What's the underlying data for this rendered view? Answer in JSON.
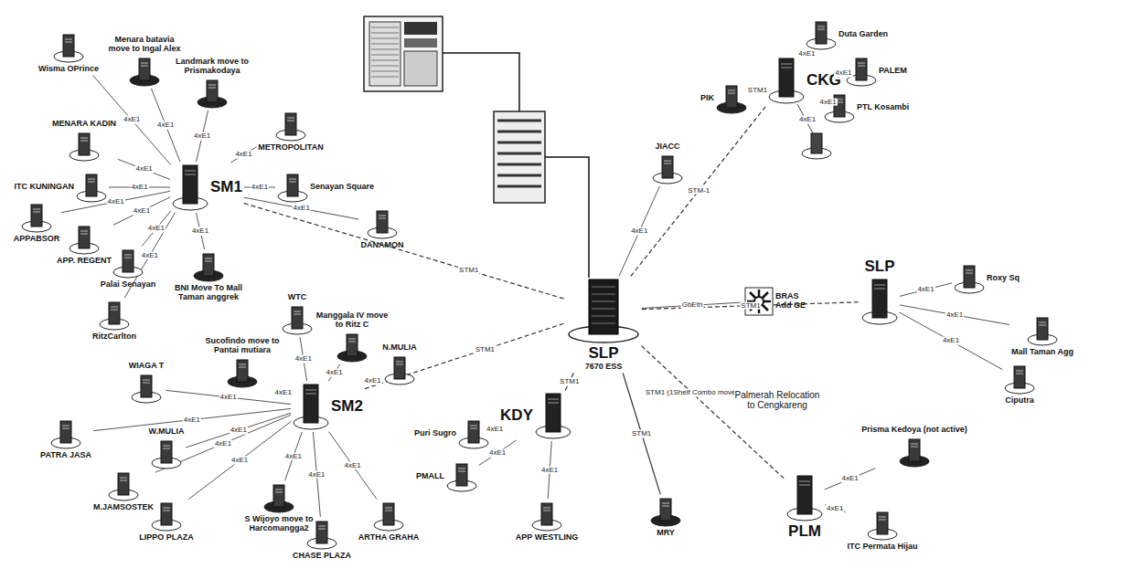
{
  "diagram": {
    "nodes": [
      {
        "text": [
          "Wisma OPrince"
        ]
      },
      {
        "text": [
          "Menara batavia move to Ingal Alex"
        ]
      },
      {
        "text": [
          "Landmark move to Prismakodaya"
        ]
      },
      {
        "text": [
          "METROPOLITAN"
        ]
      },
      {
        "text": [
          "MENARA KADIN"
        ]
      },
      {
        "text": [
          "ITC KUNINGAN"
        ]
      },
      {
        "text": [
          "Senayan Square"
        ]
      },
      {
        "text": [
          "APPABSOR"
        ]
      },
      {
        "text": [
          "APP. REGENT"
        ]
      },
      {
        "text": [
          "SM1"
        ]
      },
      {
        "text": [
          "DANAMON"
        ]
      },
      {
        "text": [
          "Palai Senayan"
        ]
      },
      {
        "text": [
          "BNI Move To Mall Taman anggrek"
        ]
      },
      {
        "text": [
          "RitzCarlton"
        ]
      },
      {
        "text": [
          "PIK"
        ]
      },
      {
        "text": [
          "CKG"
        ]
      },
      {
        "text": [
          "Duta Garden"
        ]
      },
      {
        "text": [
          "PALEM"
        ]
      },
      {
        "text": [
          "PTL Kosambi"
        ]
      },
      {
        "text": [
          "JIACC"
        ]
      },
      {
        "text": [
          "WTC"
        ]
      },
      {
        "text": [
          "Manggala IV move to Ritz C"
        ]
      },
      {
        "text": [
          "Sucofindo move to Pantai mutiara"
        ]
      },
      {
        "text": [
          "N.MULIA"
        ]
      },
      {
        "text": [
          "SLP",
          "7670 ESS"
        ]
      },
      {
        "text": [
          "BRAS",
          "Add GE"
        ]
      },
      {
        "text": [
          "SLP"
        ]
      },
      {
        "text": [
          "Roxy Sq"
        ]
      },
      {
        "text": [
          "Mall Taman Agg"
        ]
      },
      {
        "text": [
          "Ciputra"
        ]
      },
      {
        "text": [
          "WIAGA T"
        ]
      },
      {
        "text": [
          "SM2"
        ]
      },
      {
        "text": [
          "PATRA JASA"
        ]
      },
      {
        "text": [
          "W.MULIA"
        ]
      },
      {
        "text": [
          "KDY"
        ]
      },
      {
        "text": [
          "Puri Sugro"
        ]
      },
      {
        "text": [
          "PMALL"
        ]
      },
      {
        "text": [
          "M.JAMSOSTEK"
        ]
      },
      {
        "text": [
          "LIPPO PLAZA"
        ]
      },
      {
        "text": [
          "S Wijoyo move to Harcomangga2"
        ]
      },
      {
        "text": [
          "CHASE PLAZA"
        ]
      },
      {
        "text": [
          "ARTHA GRAHA"
        ]
      },
      {
        "text": [
          "APP WESTLING"
        ]
      },
      {
        "text": [
          "MRY"
        ]
      },
      {
        "text": [
          "Prisma Kedoya (not active)"
        ]
      },
      {
        "text": [
          "PLM"
        ]
      },
      {
        "text": [
          "ITC Permata Hijau"
        ]
      }
    ],
    "edges": [
      {
        "from": 9,
        "to": 0,
        "label": "4xE1",
        "arrow": "none"
      },
      {
        "from": 9,
        "to": 1,
        "label": "4xE1",
        "arrow": "none"
      },
      {
        "from": 9,
        "to": 2,
        "label": "4xE1",
        "arrow": "none"
      },
      {
        "from": 9,
        "to": 3,
        "label": "4xE1",
        "arrow": "none"
      },
      {
        "from": 9,
        "to": 4,
        "label": "4xE1",
        "arrow": "none"
      },
      {
        "from": 9,
        "to": 5,
        "label": "4xE1",
        "arrow": "none"
      },
      {
        "from": 9,
        "to": 6,
        "label": "4xE1",
        "arrow": "none"
      },
      {
        "from": 9,
        "to": 7,
        "label": "4xE1",
        "arrow": "none"
      },
      {
        "from": 9,
        "to": 8,
        "label": "4xE1",
        "arrow": "none"
      },
      {
        "from": 9,
        "to": 10,
        "label": "4xE1",
        "arrow": "none"
      },
      {
        "from": 9,
        "to": 11,
        "label": "4xE1",
        "arrow": "none"
      },
      {
        "from": 9,
        "to": 12,
        "label": "4xE1",
        "arrow": "none"
      },
      {
        "from": 9,
        "to": 13,
        "label": "4xE1",
        "arrow": "none"
      },
      {
        "from": 9,
        "to": 24,
        "label": "STM1",
        "arrow": "none"
      },
      {
        "from": 24,
        "to": 15,
        "label": "STM-1",
        "arrow": "none"
      },
      {
        "from": 15,
        "to": 14,
        "label": "STM1",
        "arrow": "none"
      },
      {
        "from": 15,
        "to": 16,
        "label": "4xE1",
        "arrow": "none"
      },
      {
        "from": 15,
        "to": 17,
        "label": "4xE1",
        "arrow": "none"
      },
      {
        "from": 15,
        "to": 18,
        "label": "4xE1",
        "arrow": "none"
      },
      {
        "from": 24,
        "to": 19,
        "label": "4xE1",
        "arrow": "none"
      },
      {
        "from": 31,
        "to": 20,
        "label": "4xE1",
        "arrow": "none"
      },
      {
        "from": 31,
        "to": 21,
        "label": "4xE1",
        "arrow": "none"
      },
      {
        "from": 31,
        "to": 22,
        "label": "4xE1",
        "arrow": "none"
      },
      {
        "from": 31,
        "to": 23,
        "label": "4xE1",
        "arrow": "none"
      },
      {
        "from": 31,
        "to": 30,
        "label": "4xE1",
        "arrow": "none"
      },
      {
        "from": 31,
        "to": 32,
        "label": "4xE1",
        "arrow": "none"
      },
      {
        "from": 31,
        "to": 33,
        "label": "4xE1",
        "arrow": "none"
      },
      {
        "from": 31,
        "to": 37,
        "label": "4xE1",
        "arrow": "none"
      },
      {
        "from": 31,
        "to": 38,
        "label": "4xE1",
        "arrow": "none"
      },
      {
        "from": 31,
        "to": 39,
        "label": "4xE1",
        "arrow": "none"
      },
      {
        "from": 31,
        "to": 40,
        "label": "4xE1",
        "arrow": "none"
      },
      {
        "from": 31,
        "to": 41,
        "label": "4xE1",
        "arrow": "none"
      },
      {
        "from": 31,
        "to": 24,
        "label": "STM1",
        "arrow": "none"
      },
      {
        "from": 24,
        "to": 25,
        "label": "GbEth",
        "arrow": "none"
      },
      {
        "from": 24,
        "to": 26,
        "label": "STM1",
        "arrow": "none"
      },
      {
        "from": 26,
        "to": 27,
        "label": "4xE1",
        "arrow": "none"
      },
      {
        "from": 26,
        "to": 28,
        "label": "4xE1",
        "arrow": "none"
      },
      {
        "from": 26,
        "to": 29,
        "label": "4xE1",
        "arrow": "none"
      },
      {
        "from": 24,
        "to": 34,
        "label": "STM1",
        "arrow": "none"
      },
      {
        "from": 34,
        "to": 35,
        "label": "4xE1",
        "arrow": "none"
      },
      {
        "from": 34,
        "to": 36,
        "label": "4xE1",
        "arrow": "none"
      },
      {
        "from": 34,
        "to": 42,
        "label": "4xE1",
        "arrow": "none"
      },
      {
        "from": 24,
        "to": 43,
        "label": "STM1",
        "arrow": "none"
      },
      {
        "from": 24,
        "to": 45,
        "label": "STM1 (1Shelf Combo move)",
        "arrow": "none"
      },
      {
        "from": 45,
        "to": 44,
        "label": "4xE1",
        "arrow": "none"
      },
      {
        "from": 45,
        "to": 46,
        "label": "4xE1",
        "arrow": "none"
      }
    ],
    "labels": [
      "Palmerah Relocation to Cengkareng",
      "4xE1"
    ]
  }
}
